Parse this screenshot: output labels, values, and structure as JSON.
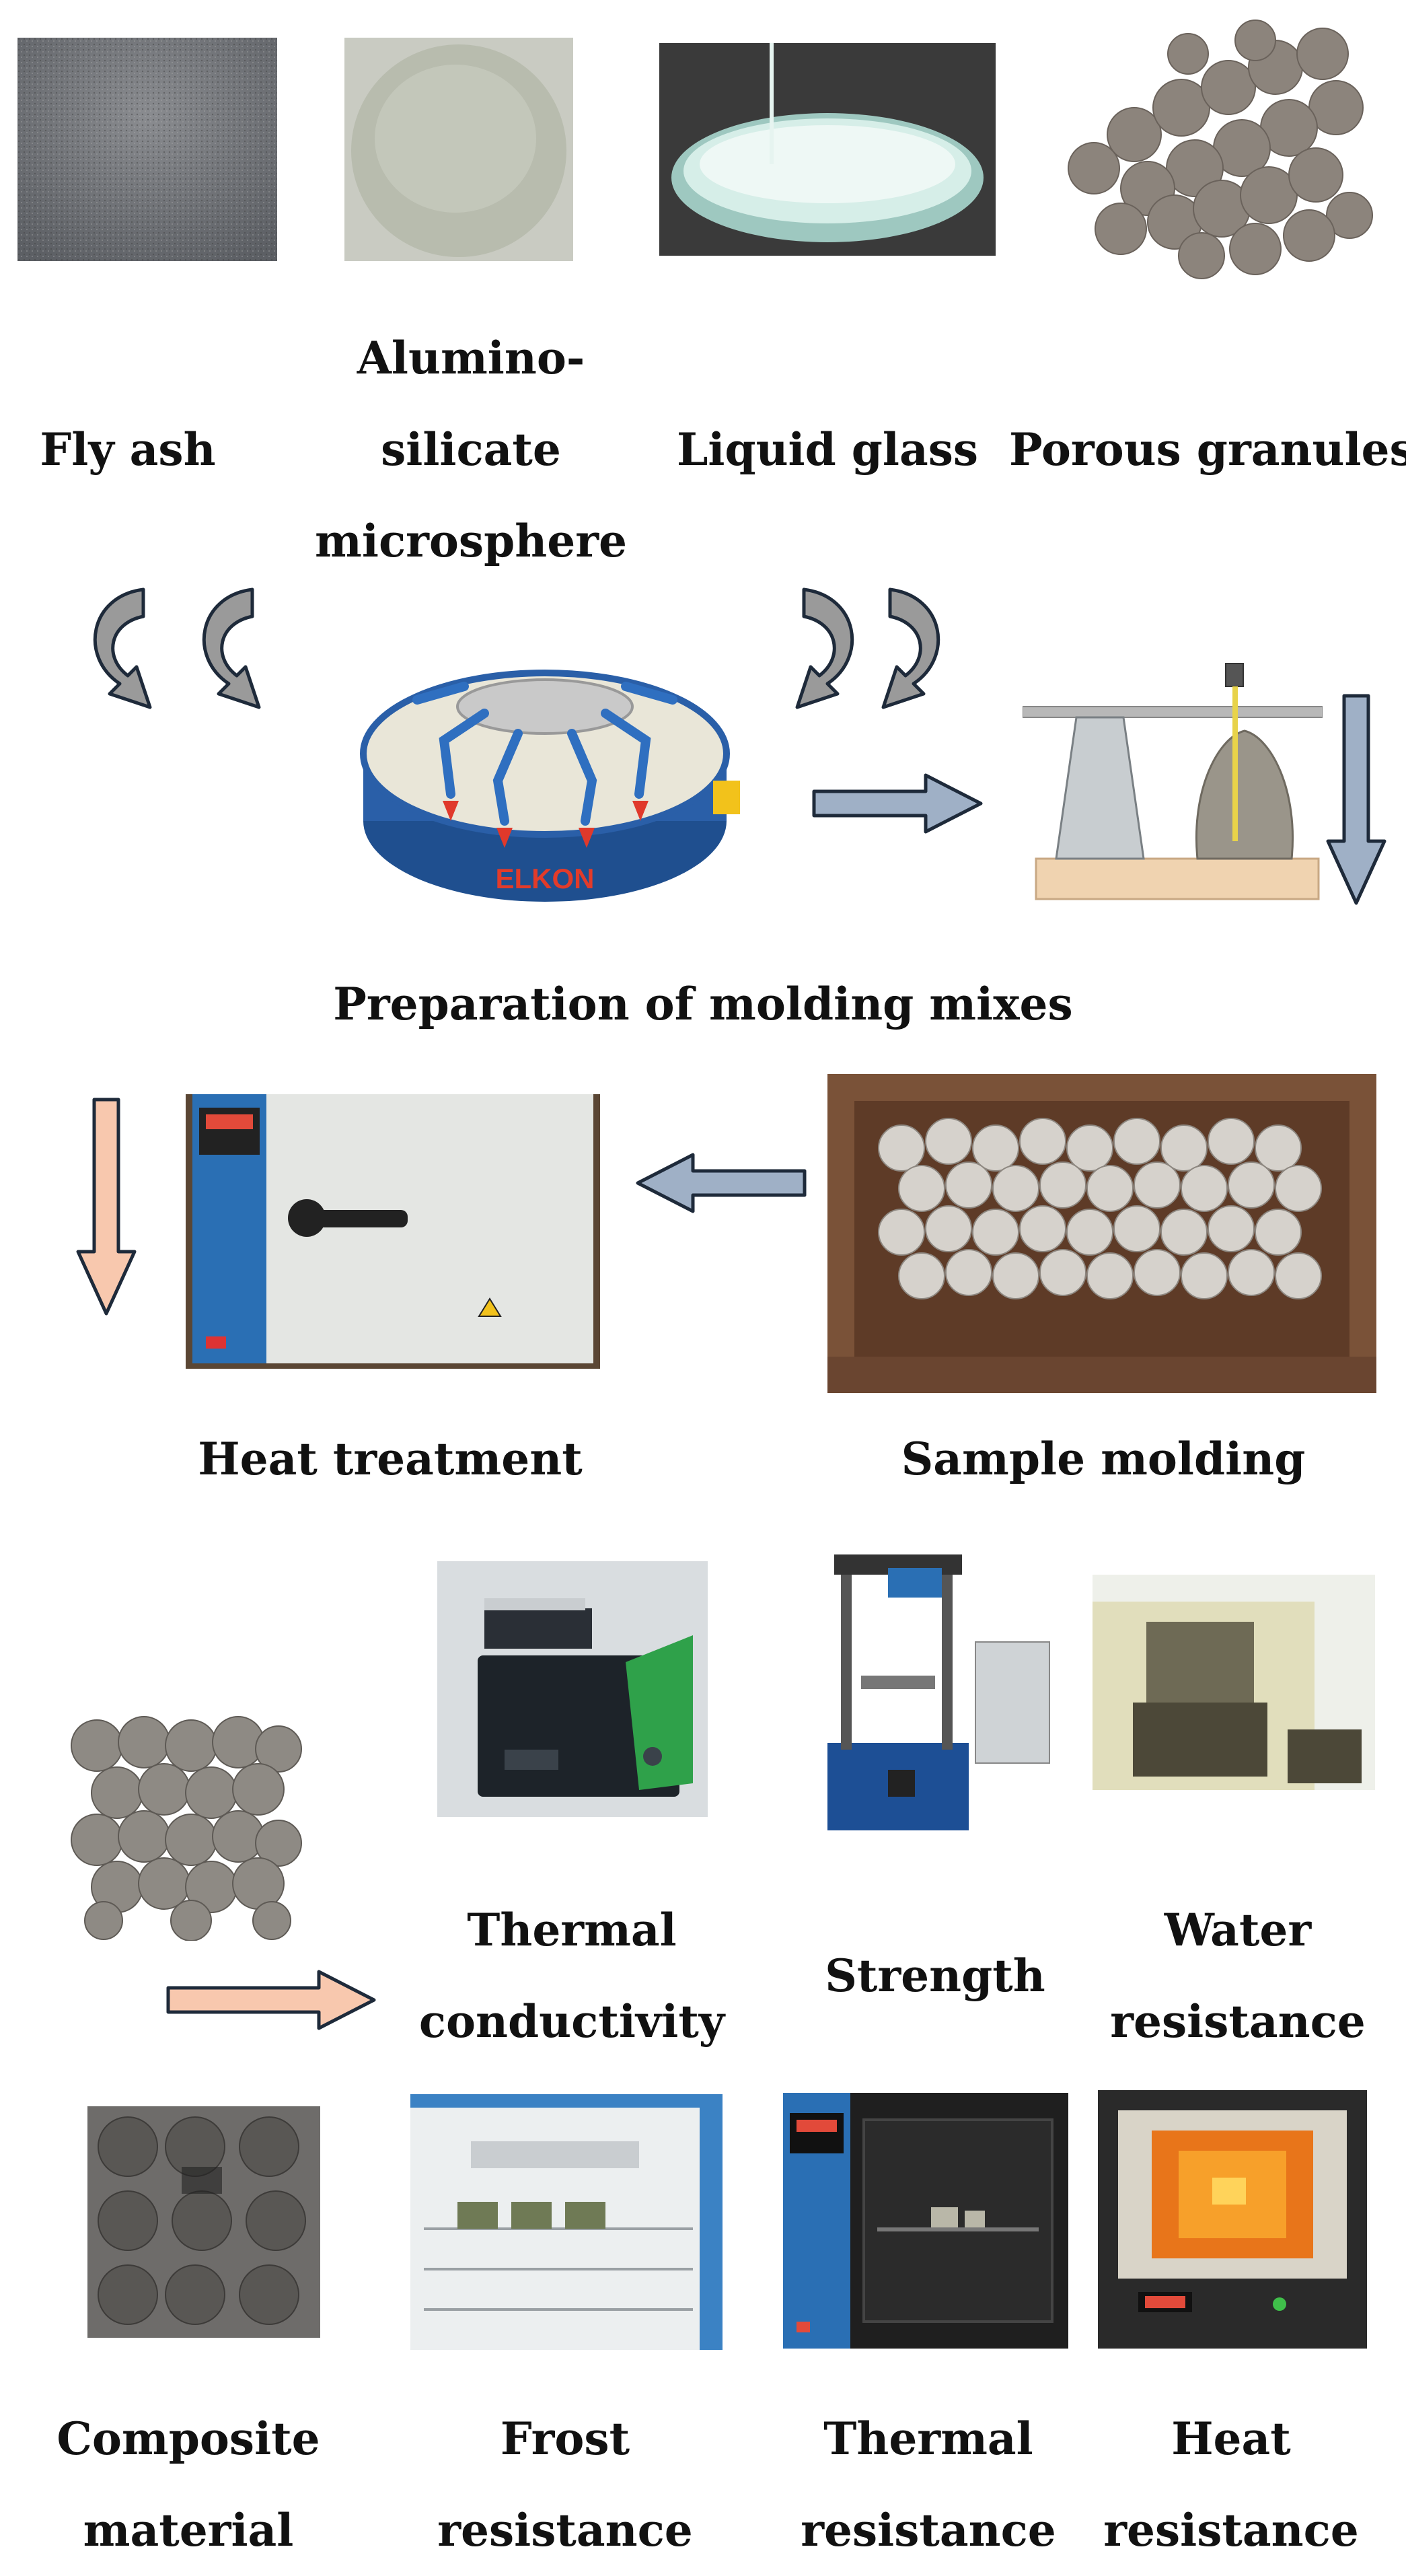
{
  "labels": {
    "fly_ash": "Fly ash",
    "aluminosilicate": [
      "Alumino-",
      "silicate",
      "microsphere"
    ],
    "liquid_glass": "Liquid glass",
    "porous_granules": "Porous granules",
    "preparation": "Preparation of molding mixes",
    "heat_treatment": "Heat treatment",
    "sample_molding": "Sample molding",
    "thermal_conductivity": [
      "Thermal",
      "conductivity"
    ],
    "strength": "Strength",
    "water_resistance": [
      "Water",
      "resistance"
    ],
    "composite_material": [
      "Composite",
      "material"
    ],
    "frost_resistance": [
      "Frost",
      "resistance"
    ],
    "thermal_resistance": [
      "Thermal",
      "resistance"
    ],
    "heat_resistance": [
      "Heat",
      "resistance"
    ]
  },
  "mixer_brand": "ELKON",
  "colors": {
    "gray_arrow": "#9a9a9a",
    "blue_arrow": "#9fb0c6",
    "peach_arrow": "#f8c8ae",
    "arrow_stroke": "#1e2a3a"
  }
}
